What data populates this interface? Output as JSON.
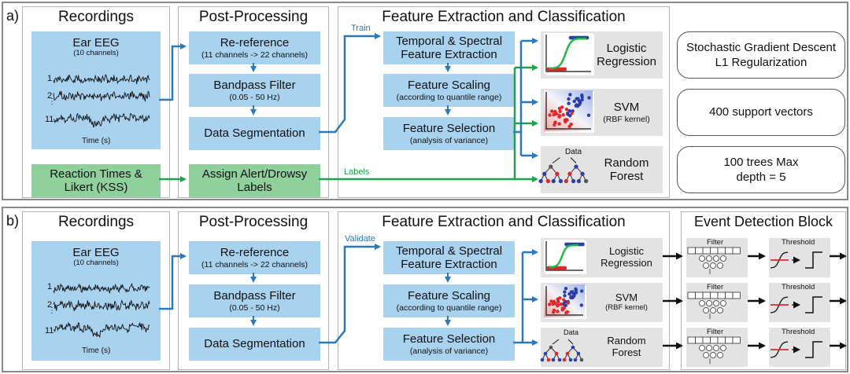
{
  "panels": [
    {
      "label": "a)",
      "sections": {
        "recordings": "Recordings",
        "post": "Post-Processing",
        "features": "Feature Extraction and Classification"
      },
      "ear_eeg": {
        "title": "Ear EEG",
        "subtitle": "(10 channels)",
        "ticks": [
          "1",
          "2",
          "11"
        ],
        "xlabel": "Time (s)"
      },
      "reaction": "Reaction Times & Likert (KSS)",
      "reref": {
        "title": "Re-reference",
        "sub": "(11 channels -> 22 channels)"
      },
      "bandpass": {
        "title": "Bandpass Filter",
        "sub": "(0.05 - 50 Hz)"
      },
      "segmentation": "Data Segmentation",
      "assign": "Assign Alert/Drowsy Labels",
      "flow_label_top": "Train",
      "flow_label_labels": "Labels",
      "temporal": "Temporal & Spectral Feature Extraction",
      "scaling": {
        "title": "Feature Scaling",
        "sub": "(according to quantile range)"
      },
      "selection": {
        "title": "Feature Selection",
        "sub": "(analysis of variance)"
      },
      "classifiers": [
        {
          "name": "Logistic Regression",
          "sub": ""
        },
        {
          "name": "SVM",
          "sub": "(RBF kernel)"
        },
        {
          "name": "Random Forest",
          "sub": "",
          "tree_label": "Data"
        }
      ],
      "notes": [
        "Stochastic Gradient Descent L1 Regularization",
        "400 support vectors",
        "100 trees Max depth = 5"
      ]
    },
    {
      "label": "b)",
      "sections": {
        "recordings": "Recordings",
        "post": "Post-Processing",
        "features": "Feature Extraction and Classification",
        "event": "Event Detection Block"
      },
      "ear_eeg": {
        "title": "Ear EEG",
        "subtitle": "(10 channels)",
        "ticks": [
          "1",
          "2",
          "11"
        ],
        "xlabel": "Time (s)"
      },
      "reref": {
        "title": "Re-reference",
        "sub": "(11 channels -> 22 channels)"
      },
      "bandpass": {
        "title": "Bandpass Filter",
        "sub": "(0.05 - 50 Hz)"
      },
      "segmentation": "Data Segmentation",
      "flow_label_top": "Validate",
      "temporal": "Temporal & Spectral Feature Extraction",
      "scaling": {
        "title": "Feature Scaling",
        "sub": "(according to quantile range)"
      },
      "selection": {
        "title": "Feature Selection",
        "sub": "(analysis of variance)"
      },
      "classifiers": [
        {
          "name": "Logistic Regression",
          "sub": ""
        },
        {
          "name": "SVM",
          "sub": "(RBF kernel)"
        },
        {
          "name": "Random Forest",
          "sub": "",
          "tree_label": "Data"
        }
      ],
      "event_blocks": [
        {
          "filter": "Filter",
          "threshold": "Threshold"
        },
        {
          "filter": "Filter",
          "threshold": "Threshold"
        },
        {
          "filter": "Filter",
          "threshold": "Threshold"
        }
      ]
    }
  ],
  "colors": {
    "blue_box": "#a9d2ef",
    "green_box": "#8fd09d",
    "gray_box": "#e3e3e3",
    "train_arrow": "#2a79b8",
    "label_arrow": "#1ea34a",
    "dot_blue": "#2b3fa8",
    "dot_red": "#e0282a",
    "threshold_red": "#e0282a"
  }
}
